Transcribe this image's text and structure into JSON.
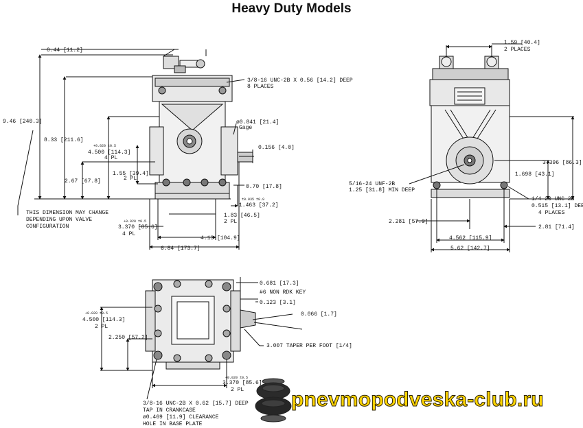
{
  "title": "Heavy Duty Models",
  "front_view": {
    "d_0_44": "0.44 [11.2]",
    "d_9_46": "9.46 [240.3]",
    "d_8_33": "8.33 [211.6]",
    "d_2_67": "2.67 [67.8]",
    "d_4_500_tol": "+0.020    ±0.5",
    "d_4_500": "4.500 [114.3]",
    "d_4_500_note": "4 PL",
    "d_1_55": "1.55 [39.4]",
    "d_1_55_note": "2 PL",
    "d_thread": "3/8-16 UNC-2B X 0.56 [14.2] DEEP",
    "d_thread_note": "8 PLACES",
    "d_gage": "ø0.841 [21.4]",
    "d_gage_note": "Gage",
    "d_0_156": "0.156 [4.0]",
    "d_0_70": "0.70 [17.8]",
    "d_1_463_tol": "±0.035   ±0.9",
    "d_1_463": "1.463 [37.2]",
    "d_1_83": "1.83 [46.5]",
    "d_1_83_note": "2 PL",
    "d_3_370_tol": "+0.020    ±0.5",
    "d_3_370": "3.370 [85.6]",
    "d_3_370_note": "4 PL",
    "d_4_13": "4.13 [104.9]",
    "d_6_84": "6.84 [173.7]",
    "note_1": "THIS DIMENSION MAY CHANGE",
    "note_2": "DEPENDING UPON VALVE",
    "note_3": "CONFIGURATION"
  },
  "side_view": {
    "d_1_59": "1.59 [40.4]",
    "d_1_59_note": "2 PLACES",
    "d_3_396": "3.396 [86.3]",
    "d_1_698": "1.698 [43.1]",
    "d_5_16": "5/16-24 UNF-2B",
    "d_5_16_note": "1.25 [31.8] MIN DEEP",
    "d_1_4": "1/4-20 UNC-2B",
    "d_1_4_b": "0.515 [13.1] DEEP",
    "d_1_4_note": "4 PLACES",
    "d_2_281": "2.281 [57.9]",
    "d_2_81": "2.81 [71.4]",
    "d_4_562": "4.562 [115.9]",
    "d_5_62": "5.62 [142.7]"
  },
  "top_view": {
    "d_0_681": "0.681 [17.3]",
    "d_key": "#6 NON RDK KEY",
    "d_0_123": "0.123 [3.1]",
    "d_0_066": "0.066 [1.7]",
    "d_taper": "3.007 TAPER PER FOOT [1/4]",
    "d_4_500_tol": "+0.020    ±0.5",
    "d_4_500": "4.500 [114.3]",
    "d_4_500_note": "2 PL",
    "d_2_250": "2.250 [57.2]",
    "d_3_370_tol": "+0.020    ±0.5",
    "d_3_370": "3.370 [85.6]",
    "d_3_370_note": "2 PL",
    "note_1": "3/8-16 UNC-2B X 0.62 [15.7] DEEP",
    "note_2": "TAP IN CRANKCASE",
    "note_3": "ø0.469 [11.9] CLEARANCE",
    "note_4": "HOLE IN BASE PLATE"
  },
  "watermark": "pnevmopodveska-club.ru"
}
